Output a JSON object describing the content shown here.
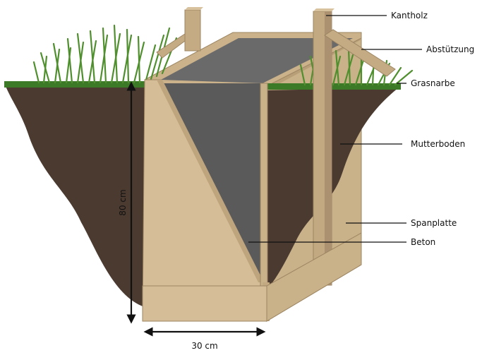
{
  "labels": {
    "kantholz": "Kantholz",
    "abstuetzung": "Abstützung",
    "grasnarbe": "Grasnarbe",
    "mutterboden": "Mutterboden",
    "spanplatte": "Spanplatte",
    "beton": "Beton"
  },
  "dimensions": {
    "depth": "80 cm",
    "width": "30 cm"
  },
  "colors": {
    "grass_line": "#3d7a28",
    "grass_blades": "#4f8f2e",
    "soil": "#4b3a30",
    "wood": "#d4bd97",
    "wood_shade": "#bfa57e",
    "wood_edge": "#9c8562",
    "concrete": "#5e5e5e",
    "concrete_top": "#6a6a6a",
    "leader": "#111111"
  }
}
